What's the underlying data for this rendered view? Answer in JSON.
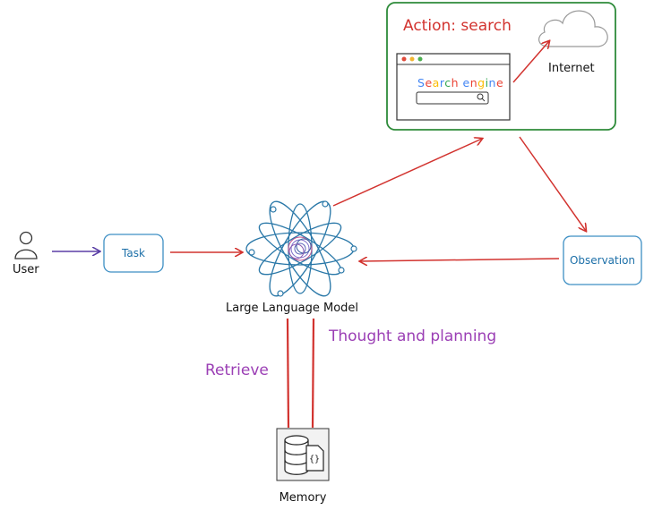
{
  "nodes": {
    "user": "User",
    "task": "Task",
    "llm": "Large Language Model",
    "observation": "Observation",
    "memory": "Memory",
    "internet": "Internet"
  },
  "action": {
    "label": "Action: search",
    "search_engine_text": "Search engine"
  },
  "edges": {
    "thought": "Thought and planning",
    "retrieve": "Retrieve"
  },
  "icons": {
    "user": "user-icon",
    "llm": "atom-icon",
    "internet": "cloud-icon",
    "memory": "database-json-icon",
    "browser": "browser-window-icon",
    "search": "magnifier-icon"
  },
  "colors": {
    "arrow_red": "#d2332f",
    "arrow_purple": "#5b3fa6",
    "box_blue": "#3d8fc4",
    "action_green": "#2e8b3a",
    "label_purple": "#9b3fb5",
    "atom_blue": "#2a78a8"
  },
  "search_colors": [
    "#4285f4",
    "#ea4335",
    "#fbbc05",
    "#4285f4",
    "#34a853",
    "#ea4335",
    "#4285f4",
    "#ea4335",
    "#fbbc05",
    "#34a853",
    "#4285f4",
    "#ea4335",
    "#4285f4"
  ]
}
